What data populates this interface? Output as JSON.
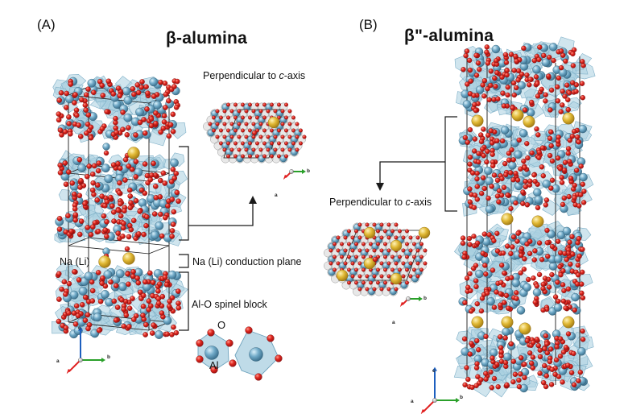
{
  "panel_a": {
    "letter": "(A)",
    "title": "β-alumina",
    "inset_label_prefix": "Perpendicular to ",
    "inset_label_axis": "c",
    "inset_label_suffix": "-axis",
    "ion_label": "Na (Li)",
    "conduction_plane_label": "Na (Li) conduction plane",
    "spinel_block_label": "Al-O spinel block",
    "oxygen_label": "O",
    "aluminum_label": "Al",
    "axis_a": "a",
    "axis_b": "b",
    "axis_c": "c"
  },
  "panel_b": {
    "letter": "(B)",
    "title": "β\"-alumina",
    "inset_label_prefix": "Perpendicular to ",
    "inset_label_axis": "c",
    "inset_label_suffix": "-axis",
    "axis_a": "a",
    "axis_b": "b",
    "axis_c": "c"
  },
  "colors": {
    "oxygen": "#d61f1f",
    "aluminum": "#6fa9c7",
    "sodium": "#dcb533",
    "polyhedron": "#a9cfe0",
    "axis_a": "#e02020",
    "axis_b": "#2aa02a",
    "axis_c": "#1d5fbf",
    "line": "#1a1a1a"
  }
}
